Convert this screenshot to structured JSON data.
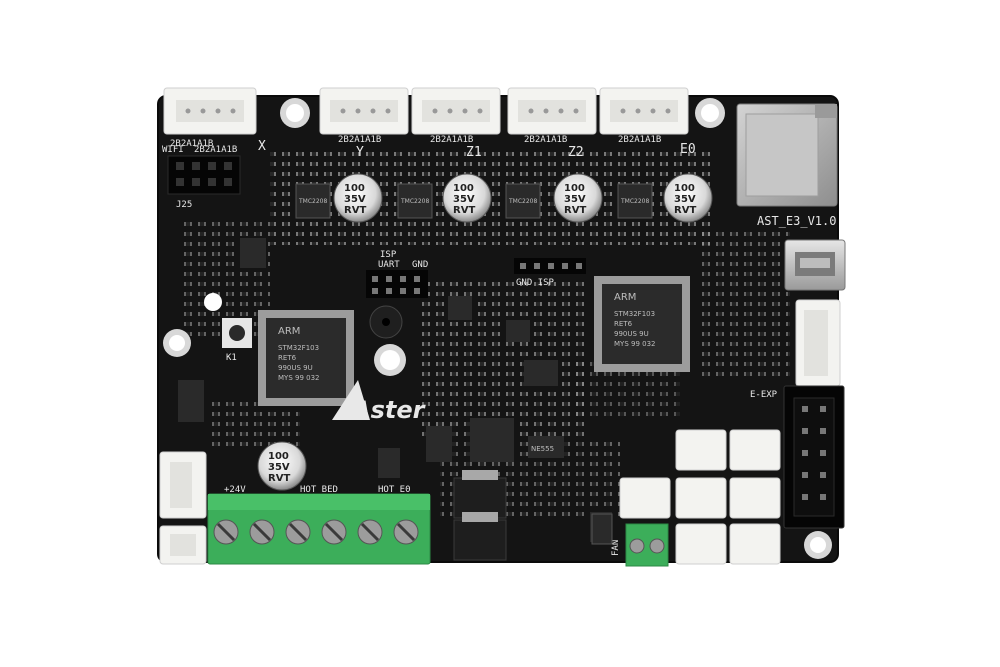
{
  "board": {
    "model_label": "AST_E3_V1.0",
    "logo_text": "Aster",
    "colors": {
      "pcb": "#141414",
      "silkscreen": "#e8e8e8",
      "terminal_green": "#3cae5a",
      "connector_white": "#f3f3f0",
      "sd_slot": "#b9b9b9"
    }
  },
  "labels": {
    "x": "X",
    "y": "Y",
    "z1": "Z1",
    "z2": "Z2",
    "e0": "E0",
    "connector_code": "2B2A1A1B",
    "wifi": "WIFI",
    "j25": "J25",
    "isp": "ISP",
    "uart": "UART",
    "gnd": "GND",
    "gnd_isp": "GND  ISP",
    "power": "+24V",
    "hot_bed": "HOT BED",
    "hot_e0": "HOT E0",
    "e_exp": "E-EXP",
    "fan": "FAN",
    "k1": "K1"
  },
  "chips": {
    "mcu_brand": "ARM",
    "mcu_left": [
      "STM32F103",
      "RET6",
      "990US 9U",
      "MYS 99 032"
    ],
    "mcu_right": [
      "STM32F103",
      "RET6",
      "990US 9U",
      "MYS 99 032"
    ],
    "driver_text": "TMC2208",
    "timer_text": "NE555"
  },
  "capacitors": {
    "lines": [
      "100",
      "35V",
      "RVT"
    ]
  }
}
